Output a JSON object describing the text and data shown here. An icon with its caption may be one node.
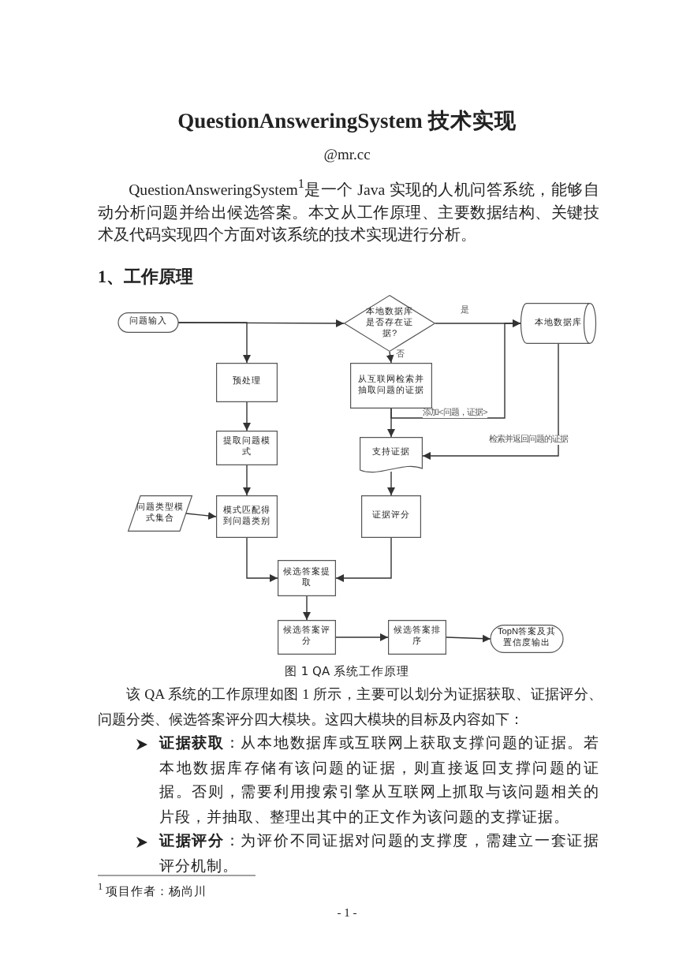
{
  "diagram": {
    "title": "QuestionAnsweringSystem 技术实现",
    "caption": "图 1 QA 系统工作原理",
    "nodes": [
      {
        "text": [
          "问题输入"
        ]
      },
      {
        "text": [
          "本地数据库是否存在证据?"
        ]
      },
      {
        "text": [
          "本地数据库"
        ]
      },
      {
        "text": [
          "预处理"
        ]
      },
      {
        "text": [
          "从互联网检索并抽取问题的证据"
        ]
      },
      {
        "text": [
          "提取问题模式"
        ]
      },
      {
        "text": [
          "支持证据"
        ]
      },
      {
        "text": [
          "问题类型模式集合"
        ]
      },
      {
        "text": [
          "模式匹配得到问题类别"
        ]
      },
      {
        "text": [
          "证据评分"
        ]
      },
      {
        "text": [
          "候选答案提取"
        ]
      },
      {
        "text": [
          "候选答案评分"
        ]
      },
      {
        "text": [
          "候选答案排序"
        ]
      },
      {
        "text": [
          "TopN答案及其置信度输出"
        ]
      }
    ],
    "edges": [
      {
        "from": 0,
        "to": 1,
        "arrow": "to"
      },
      {
        "from": 0,
        "to": 3,
        "arrow": "to"
      },
      {
        "from": 1,
        "to": 2,
        "arrow": "to",
        "label": "是"
      },
      {
        "from": 1,
        "to": 4,
        "arrow": "to",
        "label": "否"
      },
      {
        "from": 4,
        "to": 6,
        "arrow": "to"
      },
      {
        "from": 4,
        "to": 2,
        "arrow": "to",
        "label": "添加<问题，证据>"
      },
      {
        "from": 2,
        "to": 6,
        "arrow": "to",
        "label": "检索并返回问题的证据"
      },
      {
        "from": 3,
        "to": 5,
        "arrow": "to"
      },
      {
        "from": 5,
        "to": 8,
        "arrow": "to"
      },
      {
        "from": 7,
        "to": 8,
        "arrow": "to"
      },
      {
        "from": 6,
        "to": 9,
        "arrow": "to"
      },
      {
        "from": 8,
        "to": 10,
        "arrow": "to"
      },
      {
        "from": 9,
        "to": 10,
        "arrow": "to"
      },
      {
        "from": 10,
        "to": 11,
        "arrow": "to"
      },
      {
        "from": 11,
        "to": 12,
        "arrow": "to"
      },
      {
        "from": 12,
        "to": 13,
        "arrow": "to"
      }
    ],
    "labels": [
      "@mr.cc",
      "QuestionAnsweringSystem$^{1}$是一个 Java 实现的人机问答系统，能够自动分析问题并给出候选答案。本文从工作原理、主要数据结构、关键技术及代码实现四个方面对该系统的技术实现进行分析。",
      "1、工作原理",
      "该 QA 系统的工作原理如图 1 所示，主要可以划分为证据获取、证据评分、问题分类、候选答案评分四大模块。这四大模块的目标及内容如下：",
      "**证据获取**：从本地数据库或互联网上获取支撑问题的证据。若本地数据库存储有该问题的证据，则直接返回支撑问题的证据。否则，需要利用搜索引擎从互联网上抓取与该问题相关的片段，并抽取、整理出其中的正文作为该问题的支撑证据。",
      "**证据评分**：为评价不同证据对问题的支撑度，需建立一套证据评分机制。",
      "$^{1}$ 项目作者：杨尚川",
      "- 1 -"
    ]
  }
}
